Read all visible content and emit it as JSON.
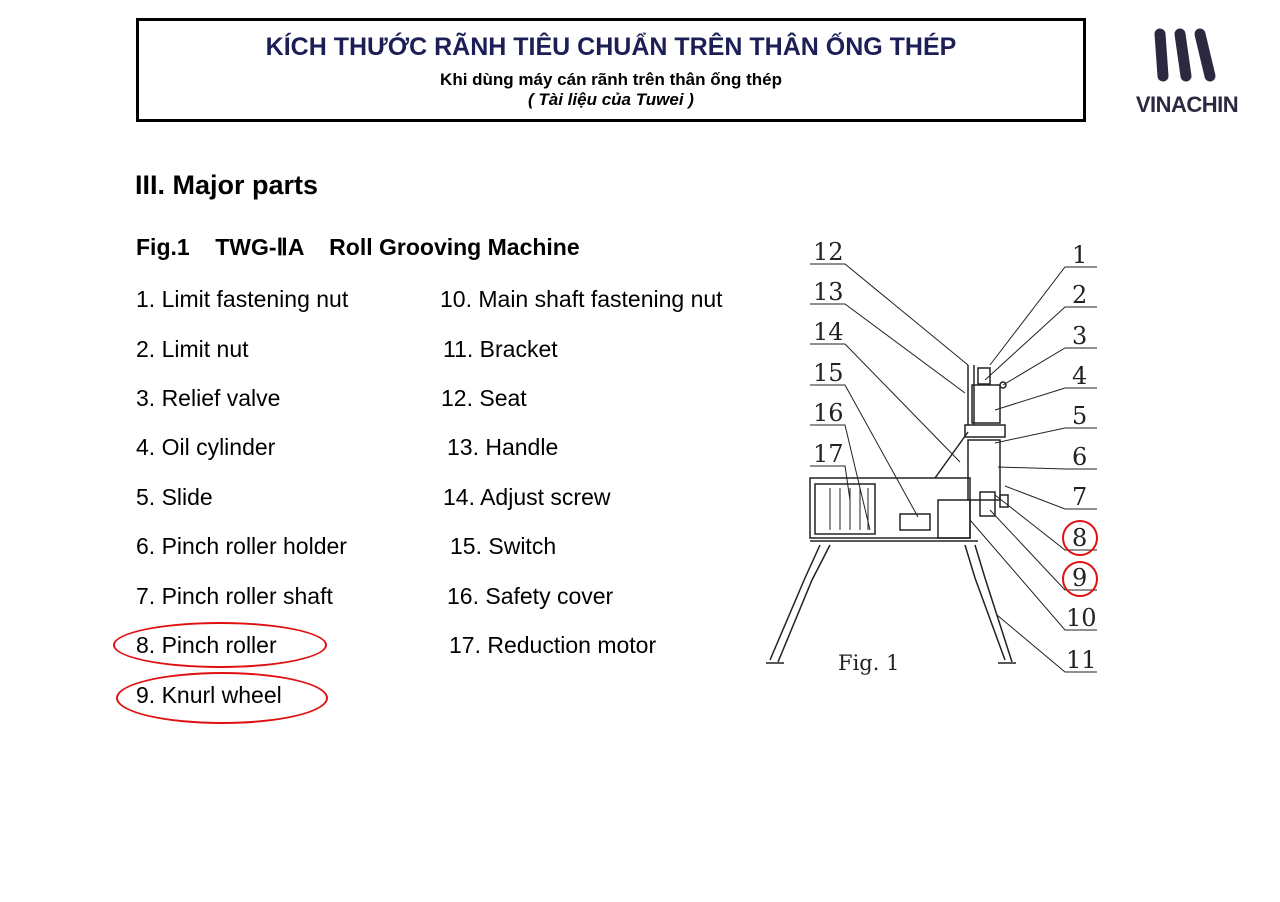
{
  "header": {
    "title": "KÍCH THƯỚC RÃNH TIÊU CHUẨN TRÊN THÂN ỐNG THÉP",
    "subtitle": "Khi dùng máy cán rãnh trên thân ống thép",
    "source": "( Tài liệu của Tuwei )"
  },
  "logo": {
    "text": "VINACHIN",
    "color": "#2b2940"
  },
  "section_title": "III. Major parts",
  "figure_title": "Fig.1    TWG-ⅡA    Roll Grooving Machine",
  "parts_left": [
    "1. Limit fastening nut",
    "2. Limit nut",
    "3. Relief valve",
    "4. Oil cylinder",
    "5. Slide",
    "6. Pinch roller holder",
    "7. Pinch roller shaft",
    "8. Pinch roller",
    "9. Knurl wheel"
  ],
  "parts_right": [
    "10. Main shaft fastening nut",
    "11. Bracket",
    "12. Seat",
    "13. Handle",
    "14. Adjust screw",
    "15. Switch",
    "16. Safety cover",
    "17. Reduction motor"
  ],
  "diagram": {
    "caption": "Fig.  1",
    "callouts_right": [
      "1",
      "2",
      "3",
      "4",
      "5",
      "6",
      "7",
      "8",
      "9",
      "10",
      "11"
    ],
    "callouts_left": [
      "12",
      "13",
      "14",
      "15",
      "16",
      "17"
    ],
    "highlighted": [
      "8",
      "9"
    ],
    "highlight_color": "#e01010"
  }
}
